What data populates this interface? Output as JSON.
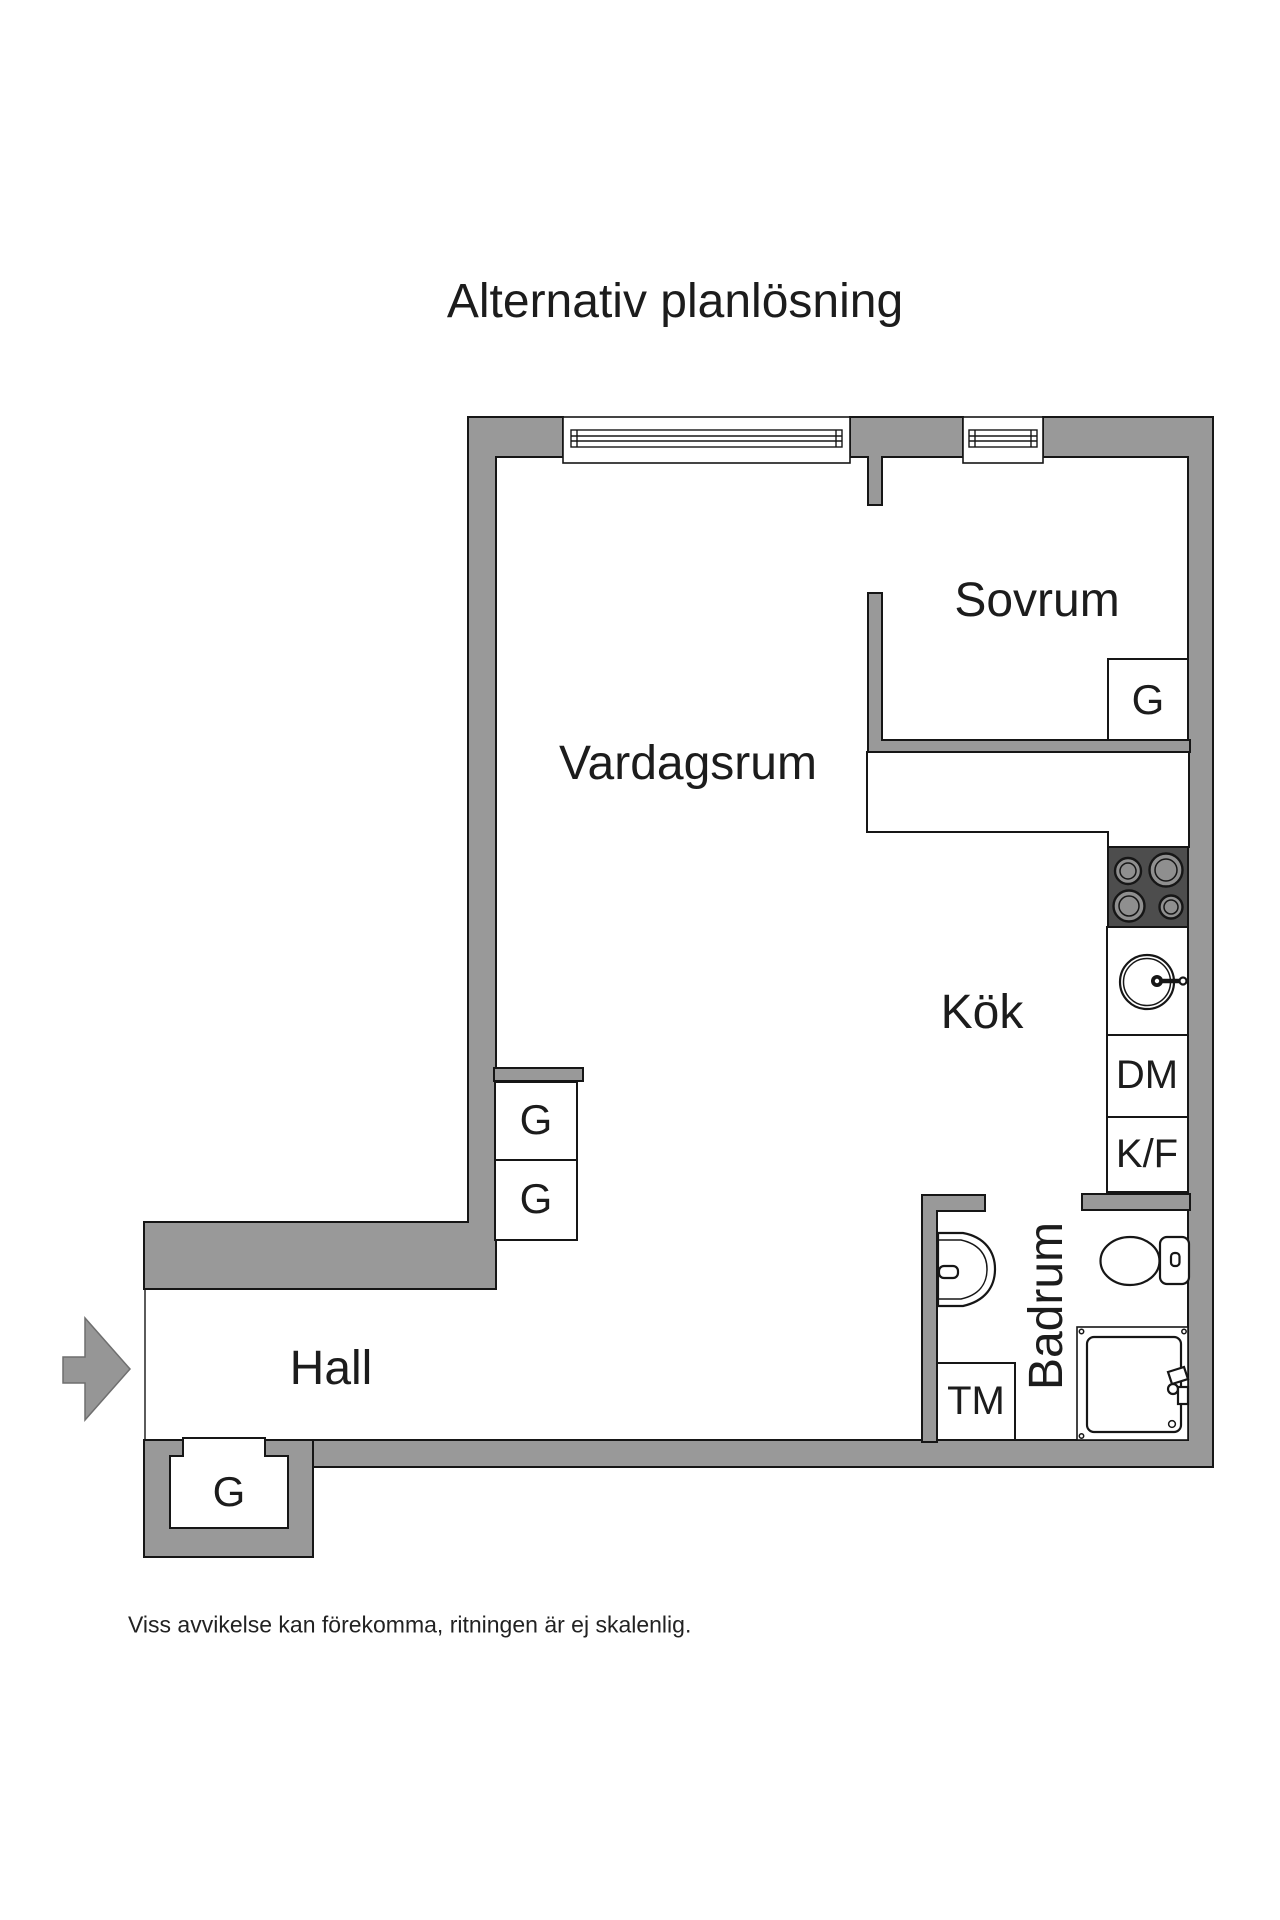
{
  "title": "Alternativ planlösning",
  "disclaimer": "Viss avvikelse kan förekomma, ritningen är ej skalenlig.",
  "rooms": {
    "living": "Vardagsrum",
    "bedroom": "Sovrum",
    "kitchen": "Kök",
    "hall": "Hall",
    "bathroom": "Badrum"
  },
  "fixtures": {
    "wardrobe_bedroom": "G",
    "wardrobe_living_upper": "G",
    "wardrobe_living_lower": "G",
    "wardrobe_hall": "G",
    "dishwasher": "DM",
    "fridge_freezer": "K/F",
    "washing_machine": "TM"
  },
  "colors": {
    "wall": "#999999",
    "outline": "#161616",
    "stove": "#4d4d4d",
    "burner": "#8f8f8f",
    "arrow": "#969696",
    "text": "#1c1c1c",
    "background": "#ffffff"
  }
}
